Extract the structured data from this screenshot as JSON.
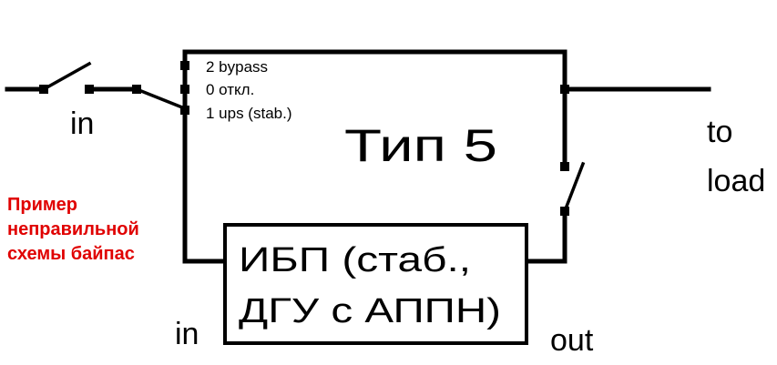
{
  "diagram": {
    "title": "Тип 5",
    "switch_positions": [
      "2 bypass",
      "0 откл.",
      "1 ups (stab.)"
    ],
    "input_label_top": "in",
    "output_label_lines": [
      "to",
      "load"
    ],
    "ups_box_lines": [
      "ИБП (стаб.,",
      "ДГУ с АППН)"
    ],
    "ups_input_label": "in",
    "ups_output_label": "out",
    "note_lines": [
      "Пример",
      "неправильной",
      "схемы байпас"
    ],
    "colors": {
      "line": "#000000",
      "note": "#e00000",
      "background": "#ffffff"
    }
  }
}
